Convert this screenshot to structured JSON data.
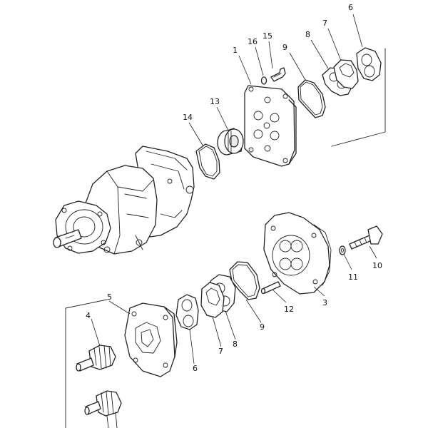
{
  "diagram": {
    "callouts": [
      {
        "id": "c1",
        "text": "1"
      },
      {
        "id": "c3",
        "text": "3"
      },
      {
        "id": "c4",
        "text": "4"
      },
      {
        "id": "c5",
        "text": "5"
      },
      {
        "id": "c6a",
        "text": "6"
      },
      {
        "id": "c6b",
        "text": "6"
      },
      {
        "id": "c7a",
        "text": "7"
      },
      {
        "id": "c7b",
        "text": "7"
      },
      {
        "id": "c8a",
        "text": "8"
      },
      {
        "id": "c8b",
        "text": "8"
      },
      {
        "id": "c9a",
        "text": "9"
      },
      {
        "id": "c9b",
        "text": "9"
      },
      {
        "id": "c10",
        "text": "10"
      },
      {
        "id": "c11",
        "text": "11"
      },
      {
        "id": "c12",
        "text": "12"
      },
      {
        "id": "c13",
        "text": "13"
      },
      {
        "id": "c14",
        "text": "14"
      },
      {
        "id": "c15",
        "text": "15"
      },
      {
        "id": "c16",
        "text": "16"
      }
    ]
  }
}
